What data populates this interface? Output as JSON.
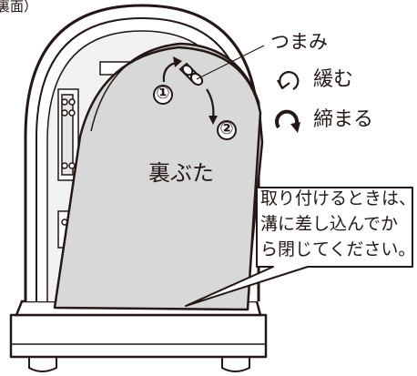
{
  "labels": {
    "corner_label": "裏面）",
    "knob": "つまみ",
    "loosen": "緩む",
    "tighten": "締まる",
    "back_cover": "裏ぶた",
    "step_1": "①",
    "step_2": "②"
  },
  "note": {
    "lines": [
      "取り付けるときは、",
      "溝に差し込んでか",
      "ら閉じてください。"
    ]
  },
  "icons": {
    "loosen_rotation": "counterclockwise-arrow-icon",
    "tighten_rotation": "clockwise-arrow-icon"
  },
  "colors": {
    "line": "#231815",
    "cover_fill": "#d5d5d5",
    "background": "#ffffff"
  }
}
